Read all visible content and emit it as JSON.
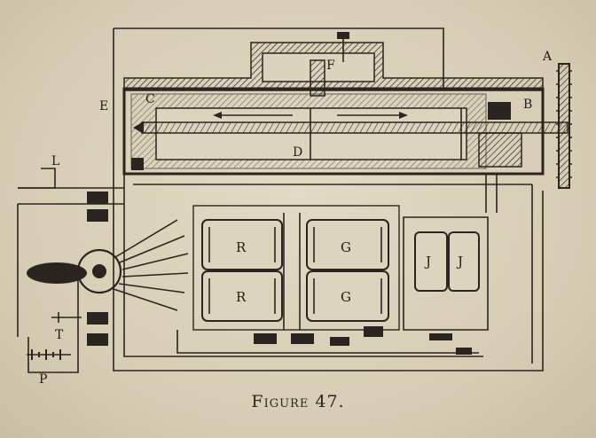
{
  "caption": "Figure 47.",
  "labels": {
    "A": "A",
    "B": "B",
    "C": "C",
    "D": "D",
    "E": "E",
    "F": "F",
    "L": "L",
    "T": "T",
    "P": "P",
    "R1": "R",
    "R2": "R",
    "G1": "G",
    "G2": "G",
    "J1": "J",
    "J2": "J"
  },
  "colors": {
    "ink": "#2a2520",
    "paper": "#ddd4be"
  }
}
